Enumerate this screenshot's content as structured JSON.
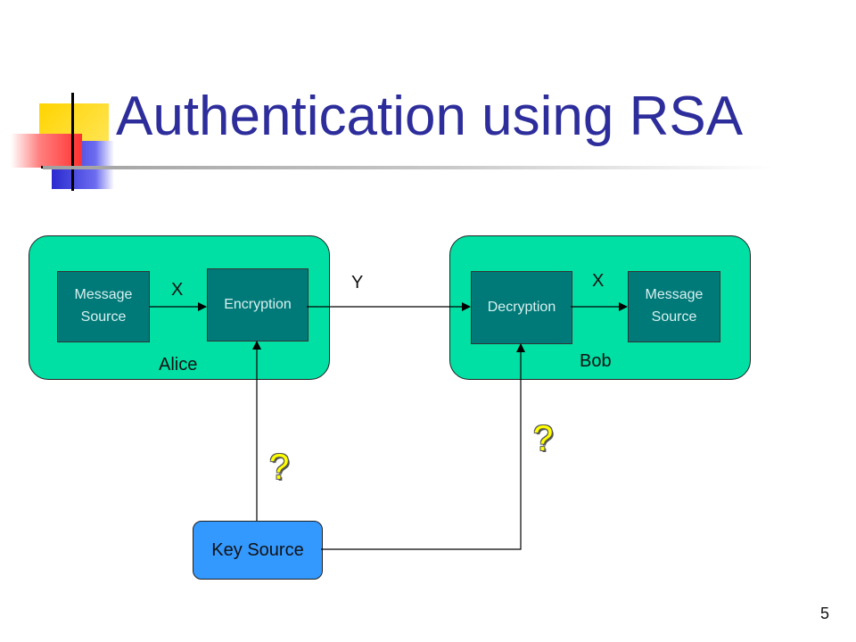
{
  "slide": {
    "title": "Authentication using RSA",
    "page_number": "5"
  },
  "diagram": {
    "alice": {
      "label": "Alice",
      "message_source": "Message Source",
      "encryption": "Encryption",
      "x_label": "X"
    },
    "bob": {
      "label": "Bob",
      "decryption": "Decryption",
      "message_source": "Message Source",
      "x_label": "X"
    },
    "y_label": "Y",
    "key_source": "Key Source",
    "unknown_key_alice": "?",
    "unknown_key_bob": "?"
  },
  "colors": {
    "panel": "#00e0a4",
    "box": "#007a78",
    "key_source": "#3399ff",
    "title": "#2d2d9c",
    "question_mark": "#ffff00"
  }
}
